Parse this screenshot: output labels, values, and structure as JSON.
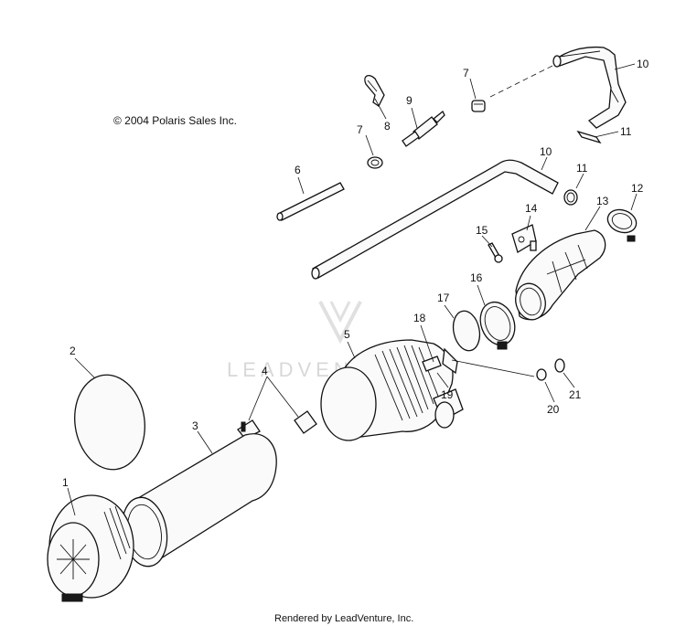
{
  "copyright": "© 2004 Polaris Sales Inc.",
  "footer": "Rendered by LeadVenture, Inc.",
  "watermark": "LEADVENTURE",
  "callouts": [
    "1",
    "2",
    "3",
    "4",
    "5",
    "6",
    "7",
    "7",
    "8",
    "9",
    "10",
    "10",
    "11",
    "11",
    "12",
    "13",
    "14",
    "15",
    "16",
    "17",
    "18",
    "19",
    "20",
    "21"
  ]
}
